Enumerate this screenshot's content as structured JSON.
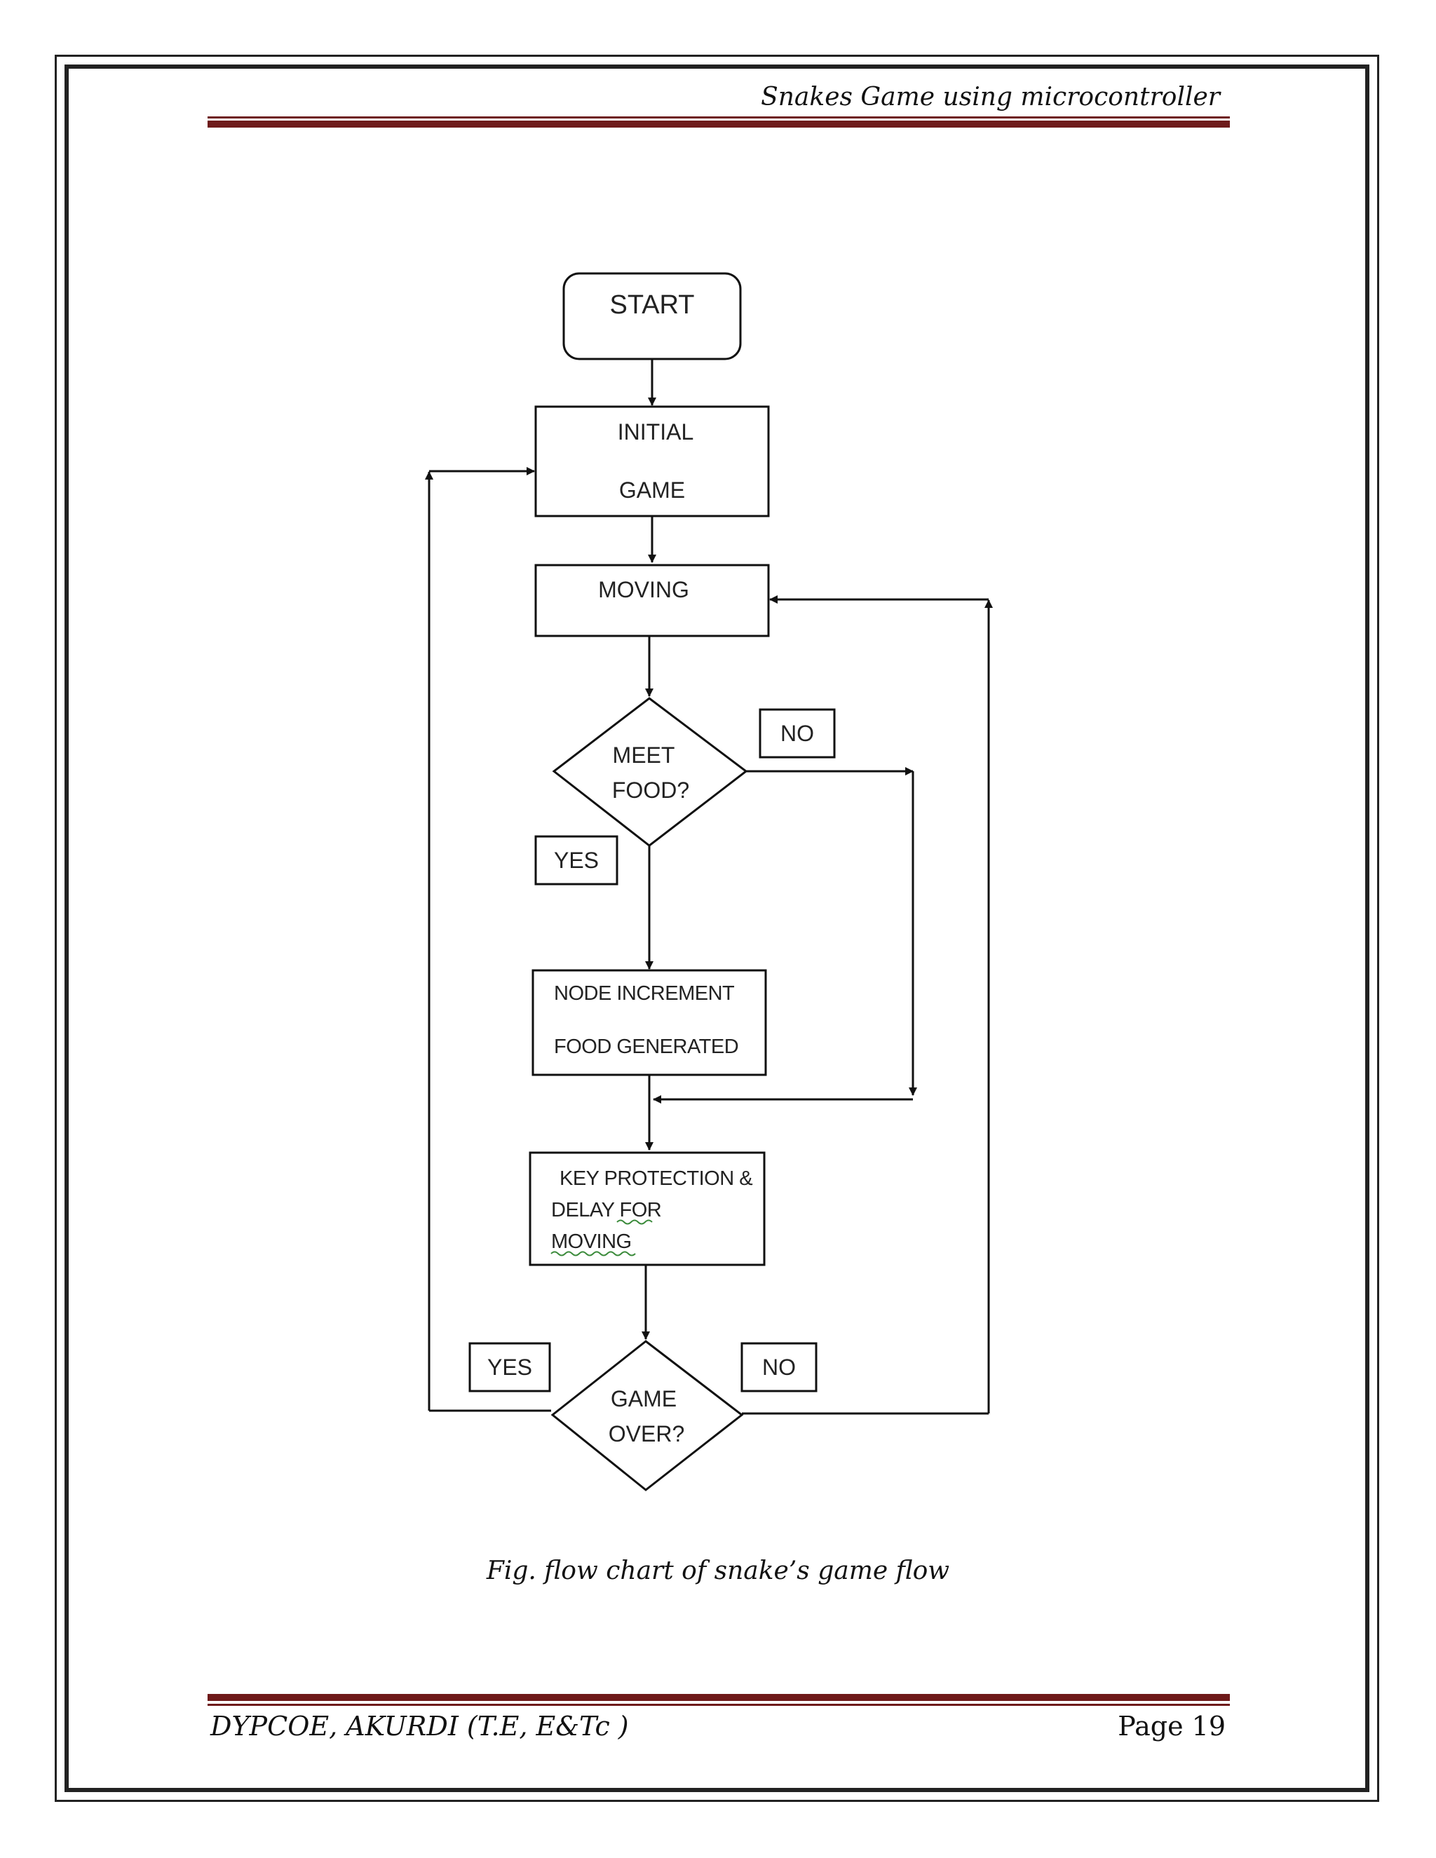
{
  "header": {
    "title": "Snakes Game using microcontroller"
  },
  "flowchart": {
    "start": "START",
    "initial_line1": "INITIAL",
    "initial_line2": "GAME",
    "moving": "MOVING",
    "meet_food_line1": "MEET",
    "meet_food_line2": "FOOD?",
    "no_label_1": "NO",
    "yes_label_1": "YES",
    "node_line1": "NODE INCREMENT",
    "node_line2": "FOOD GENERATED",
    "key_line1": "KEY PROTECTION &",
    "key_line2": "DELAY FOR",
    "key_line3": "MOVING",
    "yes_label_2": "YES",
    "no_label_2": "NO",
    "game_over_line1": "GAME",
    "game_over_line2": "OVER?"
  },
  "caption": "Fig. flow chart of snake’s game flow",
  "footer": {
    "left": "DYPCOE, AKURDI (T.E, E&Tc )",
    "right": "Page 19"
  }
}
